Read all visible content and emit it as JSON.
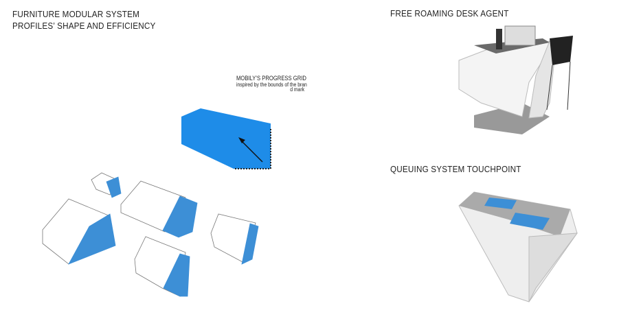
{
  "left": {
    "title_line1": "FURNITURE MODULAR SYSTEM",
    "title_line2": "PROFILES’ SHAPE AND EFFICIENCY"
  },
  "grid_note": {
    "title": "MOBILY’S PROGRESS GRID",
    "caption": "inspired by the bounds of the bran",
    "caption_tail": "d mark"
  },
  "right": {
    "desk_title": "FREE ROAMING DESK AGENT",
    "queue_title": "QUEUING SYSTEM TOUCHPOINT"
  },
  "colors": {
    "accent": "#1e88e5",
    "module": "#3d8fd6"
  }
}
